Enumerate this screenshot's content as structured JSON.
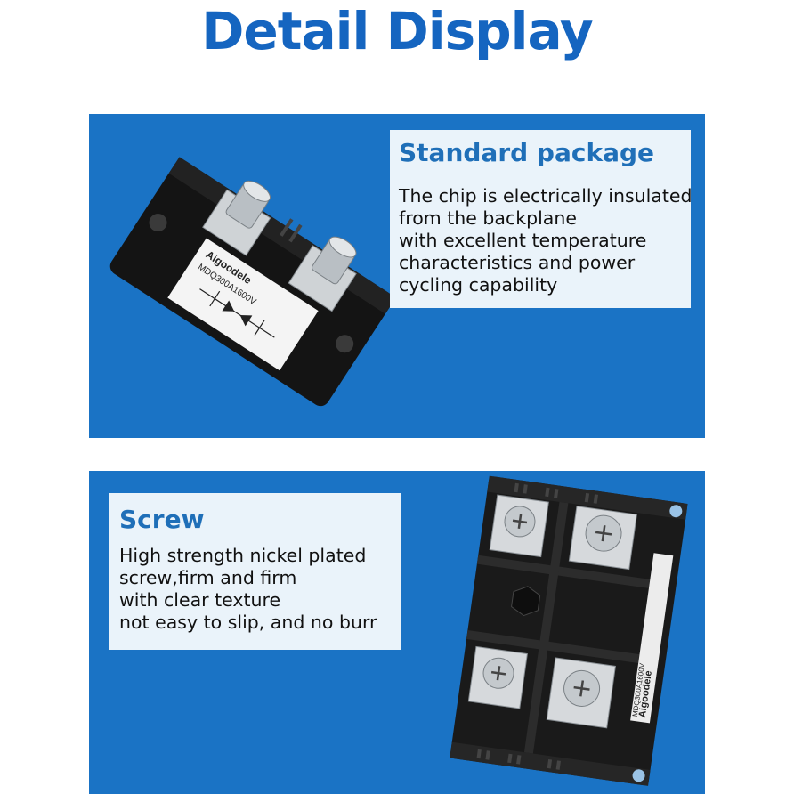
{
  "page": {
    "title": "Detail Display",
    "accent_color": "#1565c0",
    "panel_color": "#1a73c5"
  },
  "standard_package": {
    "heading": "Standard package",
    "lines": [
      "The chip is electrically insulated",
      "from the backplane",
      "with excellent temperature",
      "characteristics and power",
      "cycling capability"
    ],
    "product_brand": "Aigoodele",
    "product_model": "MDQ300A1600V"
  },
  "screw": {
    "heading": "Screw",
    "lines": [
      "High strength nickel plated",
      "screw,firm and firm",
      "with clear texture",
      "not easy to slip, and no burr"
    ],
    "product_brand": "Aigoodele",
    "product_model": "MDQ300A1600V"
  }
}
